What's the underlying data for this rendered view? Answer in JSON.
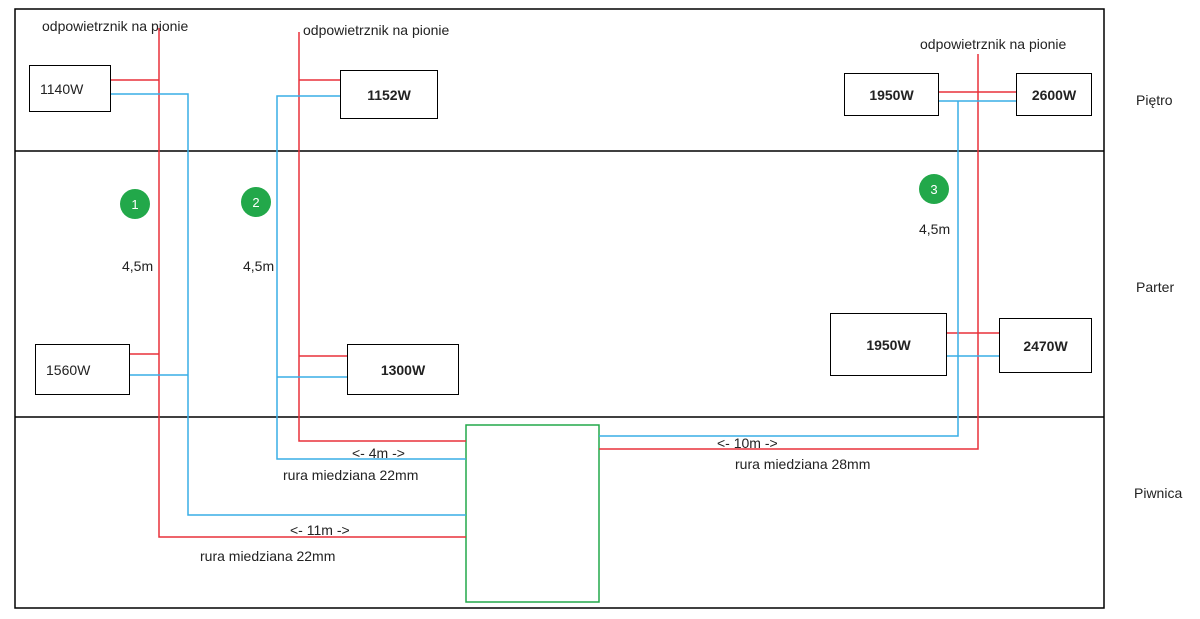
{
  "colors": {
    "supply": "#e8313a",
    "return": "#39aee6",
    "boiler": "#22a84a",
    "badge": "#22a84a"
  },
  "floors": {
    "top": "Piętro",
    "middle": "Parter",
    "bottom": "Piwnica"
  },
  "vents": [
    "odpowietrznik na pionie",
    "odpowietrznik na pionie",
    "odpowietrznik na pionie"
  ],
  "radiators": {
    "r1_top": "1140W",
    "r1_bottom": "1560W",
    "r2_top": "1152W",
    "r2_bottom": "1300W",
    "r3_top_left": "1950W",
    "r3_top_right": "2600W",
    "r3_bottom_left": "1950W",
    "r3_bottom_right": "2470W"
  },
  "risers": [
    {
      "number": "1",
      "height": "4,5m"
    },
    {
      "number": "2",
      "height": "4,5m"
    },
    {
      "number": "3",
      "height": "4,5m"
    }
  ],
  "runs": {
    "riser1": {
      "length": "<- 11m ->",
      "pipe": "rura miedziana 22mm"
    },
    "riser2": {
      "length": "<- 4m ->",
      "pipe": "rura miedziana 22mm"
    },
    "riser3": {
      "length": "<- 10m ->",
      "pipe": "rura miedziana 28mm"
    }
  }
}
